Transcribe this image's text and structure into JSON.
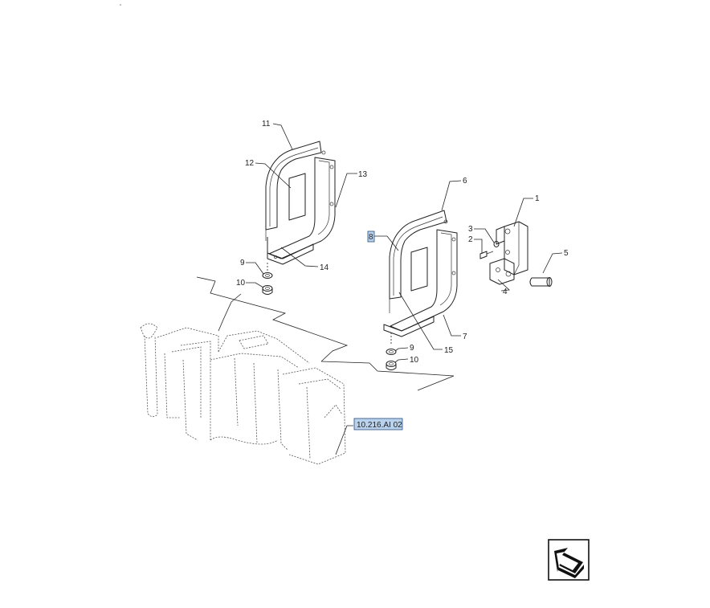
{
  "callouts": {
    "c1": "1",
    "c2": "2",
    "c3": "3",
    "c4": "4",
    "c5": "5",
    "c6": "6",
    "c7": "7",
    "c8": "8",
    "c9a": "9",
    "c9b": "9",
    "c10a": "10",
    "c10b": "10",
    "c11": "11",
    "c12": "12",
    "c13": "13",
    "c14": "14",
    "c15": "15"
  },
  "reference_link": "10.216.AI 02",
  "highlight_color": "#b9d3ee",
  "nav_icon": "return-arrow-icon"
}
